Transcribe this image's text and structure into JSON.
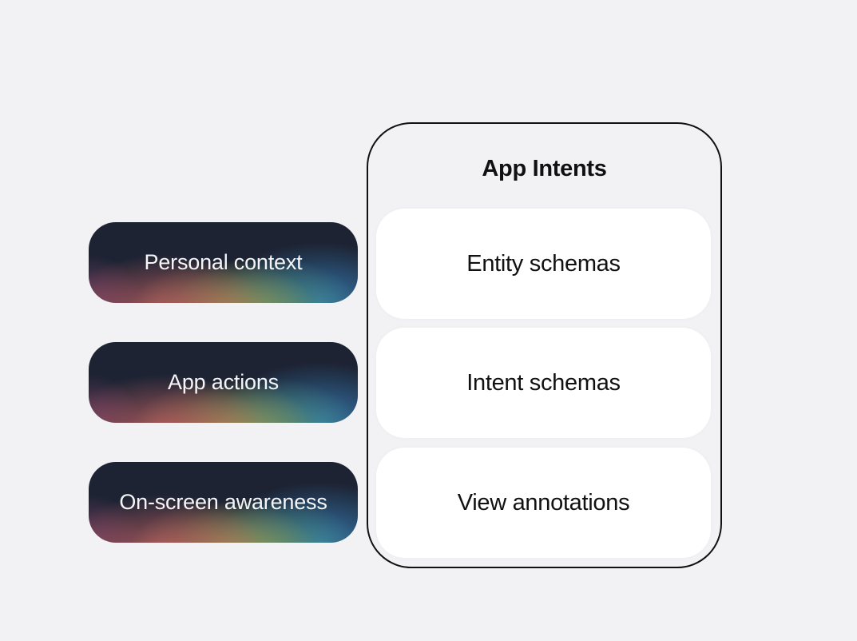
{
  "inputs": [
    {
      "label": "Personal context"
    },
    {
      "label": "App actions"
    },
    {
      "label": "On-screen awareness"
    }
  ],
  "app_intents": {
    "title": "App Intents",
    "items": [
      {
        "label": "Entity schemas"
      },
      {
        "label": "Intent schemas"
      },
      {
        "label": "View annotations"
      }
    ]
  }
}
